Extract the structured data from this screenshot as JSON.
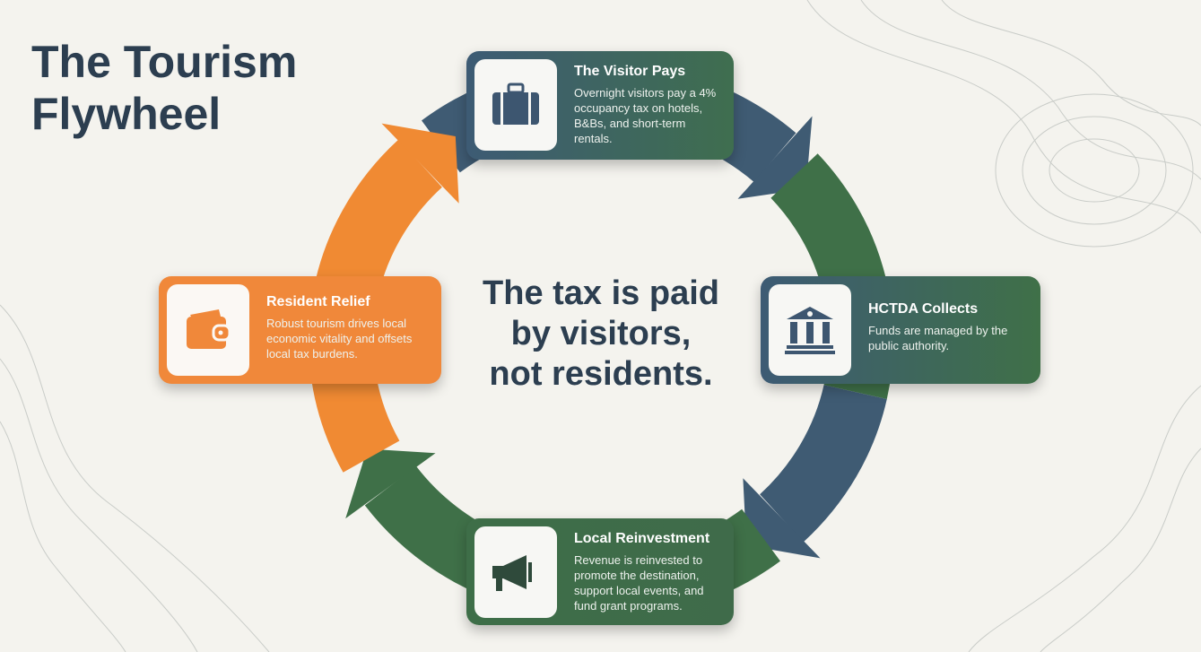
{
  "title": [
    "The Tourism",
    "Flywheel"
  ],
  "center_message": [
    "The tax is paid",
    "by visitors,",
    "not residents."
  ],
  "colors": {
    "blue": "#3f5b73",
    "green": "#3f7048",
    "orange": "#f08a33",
    "ink": "#2c3e50"
  },
  "steps": [
    {
      "id": "visitor",
      "icon": "suitcase-icon",
      "title": "The Visitor Pays",
      "description": "Overnight visitors pay a 4% occupancy tax on hotels, B&Bs, and short-term rentals."
    },
    {
      "id": "hctda",
      "icon": "bank-building-icon",
      "title": "HCTDA Collects",
      "description": "Funds are managed by the public authority."
    },
    {
      "id": "local",
      "icon": "megaphone-icon",
      "title": "Local Reinvestment",
      "description": "Revenue is reinvested to promote the destination, support local events, and fund grant programs."
    },
    {
      "id": "relief",
      "icon": "wallet-icon",
      "title": "Resident Relief",
      "description": "Robust tourism drives local economic vitality and offsets local tax burdens."
    }
  ]
}
